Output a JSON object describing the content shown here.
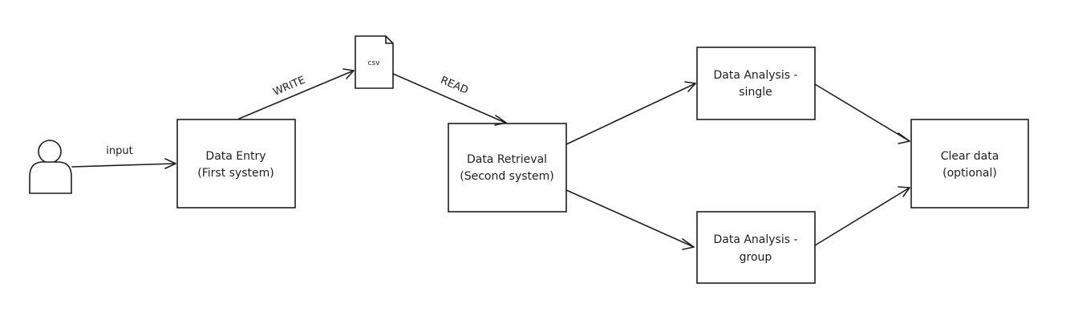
{
  "nodes": {
    "user": {
      "icon": "person-icon"
    },
    "data_entry": {
      "line1": "Data Entry",
      "line2": "(First system)"
    },
    "csv_file": {
      "label": "csv",
      "icon": "document-icon"
    },
    "data_retrieval": {
      "line1": "Data Retrieval",
      "line2": "(Second system)"
    },
    "analysis_single": {
      "line1": "Data Analysis -",
      "line2": "single"
    },
    "analysis_group": {
      "line1": "Data Analysis -",
      "line2": "group"
    },
    "clear_data": {
      "line1": "Clear data",
      "line2": "(optional)"
    }
  },
  "edges": {
    "input": "input",
    "write": "WRITE",
    "read": "READ"
  },
  "colors": {
    "stroke": "#1e1e1e",
    "background": "#ffffff"
  }
}
